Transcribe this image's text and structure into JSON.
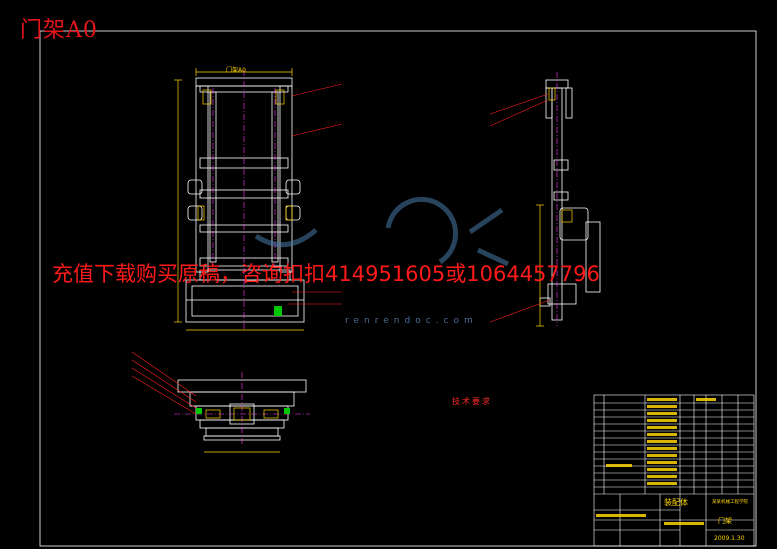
{
  "drawing": {
    "title": "门架A0",
    "promo_text": "充值下载购买原稿，咨询扣扣414951605或1064457796",
    "watermark": "renrendoc.com",
    "top_dimension": "门架A0",
    "tech_requirements_title": "技术要求",
    "title_block": {
      "name": "装配体",
      "part": "门架",
      "date": "2009.1.30",
      "group": "某某机械工程学院"
    }
  },
  "colors": {
    "background": "#000000",
    "frame": "#ffffff",
    "outline": "#ffffff",
    "centerline": "#ff3bff",
    "dimension": "#ffd400",
    "leader": "#ff2020",
    "text_red": "#ff2a2a",
    "hatch": "#00c800"
  }
}
